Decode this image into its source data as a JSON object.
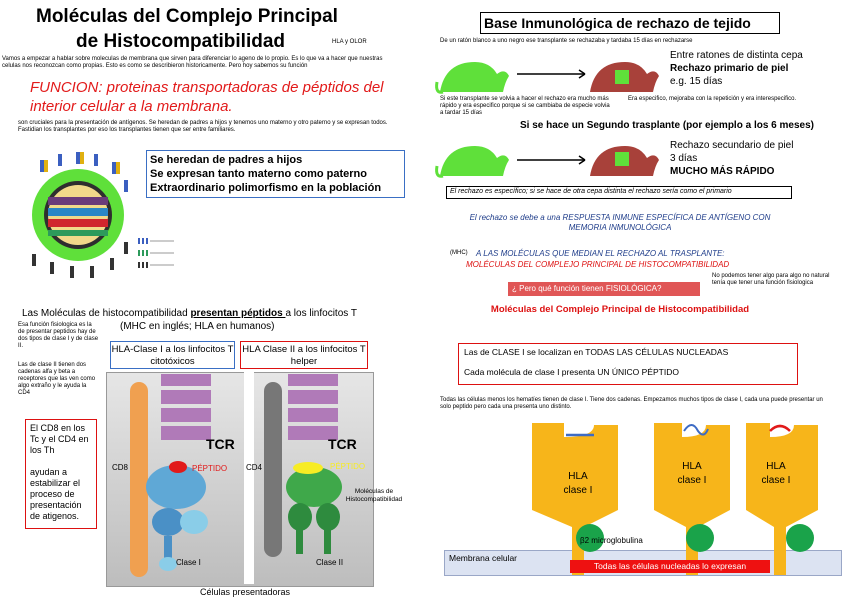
{
  "left": {
    "title_line1": "Moléculas del Complejo Principal",
    "title_line2": "de  Histocompatibilidad",
    "title_tag": "HLA y OLOR",
    "intro_text": "Vamos a empezar a hablar sobre moleculas de membrana que sirven para diferenciar lo ageno de lo propio. Es lo que va a hacer que nuestras celulas nos reconozcan como propias. Esto es como se describieron historicamente. Pero hoy sabemos su función",
    "function_text": "FUNCION: proteinas transportadoras de péptidos del interior celular a la membrana.",
    "after_function_text": "son cruciales para la presentación de antígenos. Se heredan de padres a hijos y tenemos uno materno y otro paterno y se expresan todos. Fastidian los transplantes por eso los transplantes tienen que ser entre familiares.",
    "inherit_box": [
      "Se heredan de padres a hijos",
      "Se expresan tanto materno como paterno",
      "Extraordinario polimorfismo en la población"
    ],
    "present_title_pre": "Las Moléculas de histocompatibilidad ",
    "present_title_underline": "presentan péptidos ",
    "present_title_post": "a los linfocitos T",
    "present_subtitle": "(MHC en inglés; HLA en humanos)",
    "side_note_1": "Esa función fisiologica es la de presentar peptidos hay de dos tipos de clase I y de clase II.",
    "side_note_2": "Las de clase II tienen dos cadenas alfa y beta a receptores que las ven como algo extraño y le ayuda la CD4",
    "cd8_box": "El CD8 en los Tc y el CD4 en los Th\n\nayudan a estabilizar el proceso de presentación de atigenos.",
    "class1_box": "HLA-Clase I a los linfocitos T citotóxicos",
    "class2_box": "HLA Clase II a los linfocitos T helper",
    "tcr_label": "TCR",
    "peptido_label": "PÉPTIDO",
    "cd8_label": "CD8",
    "cd4_label": "CD4",
    "classI_label": "Clase I",
    "classII_label": "Clase II",
    "mhc_label": "Moléculas de Histocompatibilidad",
    "presenting_cells": "Células presentadoras"
  },
  "right": {
    "title": "Base Inmunológica de rechazo de tejido",
    "graft_note": "De un ratón blanco a uno negro ese transplante se rechazaba y tardaba 15 días en rechazarse",
    "strain_text": "Entre ratones de distinta cepa",
    "primary_text": "Rechazo primario de piel",
    "primary_days": "e.g. 15 días",
    "repeat_note": "Si este transplante se volvia a hacer el rechazo era mucho más rápido y era especifico porque si se cambiaba de especie volvia a tardar 15 días",
    "specific_note": "Era especifico, mejoraba con la repetición y era interespecifico.",
    "second_graft": "Si se hace un Segundo trasplante (por ejemplo a los 6 meses)",
    "secondary_text": "Rechazo secundario de piel",
    "secondary_days": "3 días",
    "faster_text": "MUCHO MÁS RÁPIDO",
    "specific_box": "El rechazo es específico; si se hace de otra cepa distinta el rechazo sería como el primario",
    "immune_text": "El rechazo se debe a una RESPUESTA INMUNE ESPECÍFICA DE ANTÍGENO CON MEMORIA INMUNOLÓGICA",
    "mhc_tag": "(MHC)",
    "mediators_line1": "A LAS MOLÉCULAS QUE MEDIAN EL RECHAZO AL TRASPLANTE:",
    "mediators_line2": "MOLÉCULAS DEL COMPLEJO PRINCIPAL DE HISTOCOMPATIBILIDAD",
    "question_button": "¿ Pero qué función tienen FISIOLÓGICA?",
    "question_note": "No podemos tener algo para algo no natural tenía que tener una función fisiologica",
    "section_title": "Moléculas del Complejo Principal de Histocompatibilidad",
    "classI_box_line1": "Las de CLASE I se localizan en TODAS LAS CÉLULAS NUCLEADAS",
    "classI_box_line2": "Cada molécula de clase I presenta UN ÚNICO PÉPTIDO",
    "classI_note": "Todas las células menos los hematíes tienen de clase I. Tiene dos cadenas. Empezamos muchos tipos de clase I, cada una puede presentar un solo peptido pero cada una presenta uno distinto.",
    "hla_label_1": "HLA",
    "hla_label_2": "clase I",
    "b2m_label": "β2 microglobulina",
    "membrane_label": "Membrana celular",
    "all_cells_banner": "Todas las células nucleadas lo expresan"
  },
  "colors": {
    "function_red": "#e21a1a",
    "mouse_green": "#5fe03a",
    "mouse_red": "#a8413a",
    "hla_orange": "#f7b51a",
    "membrane_blue": "#dce3f2",
    "banner_red": "#ee1111",
    "question_bg": "#e05656"
  }
}
